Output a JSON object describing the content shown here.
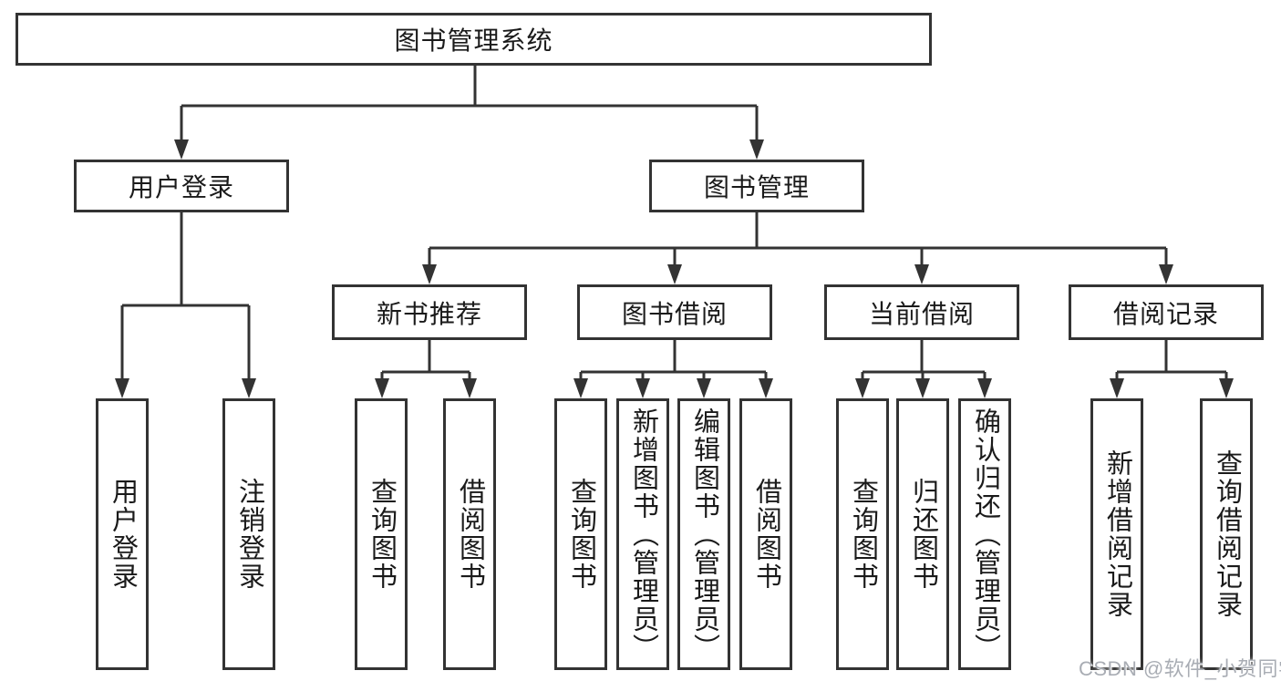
{
  "diagram": {
    "root": {
      "label": "图书管理系统"
    },
    "branches": [
      {
        "label": "用户登录",
        "children": [
          {
            "label": "用户登录"
          },
          {
            "label": "注销登录"
          }
        ]
      },
      {
        "label": "图书管理",
        "children": [
          {
            "label": "新书推荐",
            "children": [
              {
                "label": "查询图书"
              },
              {
                "label": "借阅图书"
              }
            ]
          },
          {
            "label": "图书借阅",
            "children": [
              {
                "label": "查询图书"
              },
              {
                "label": "新增图书（管理员）"
              },
              {
                "label": "编辑图书（管理员）"
              },
              {
                "label": "借阅图书"
              }
            ]
          },
          {
            "label": "当前借阅",
            "children": [
              {
                "label": "查询图书"
              },
              {
                "label": "归还图书"
              },
              {
                "label": "确认归还（管理员）"
              }
            ]
          },
          {
            "label": "借阅记录",
            "children": [
              {
                "label": "新增借阅记录"
              },
              {
                "label": "查询借阅记录"
              }
            ]
          }
        ]
      }
    ]
  },
  "watermark": {
    "text": "CSDN @软件_小贺同学"
  },
  "colors": {
    "line": "#333333",
    "text": "#1a1a1a",
    "background": "#ffffff",
    "watermark": "#a9adb4"
  }
}
